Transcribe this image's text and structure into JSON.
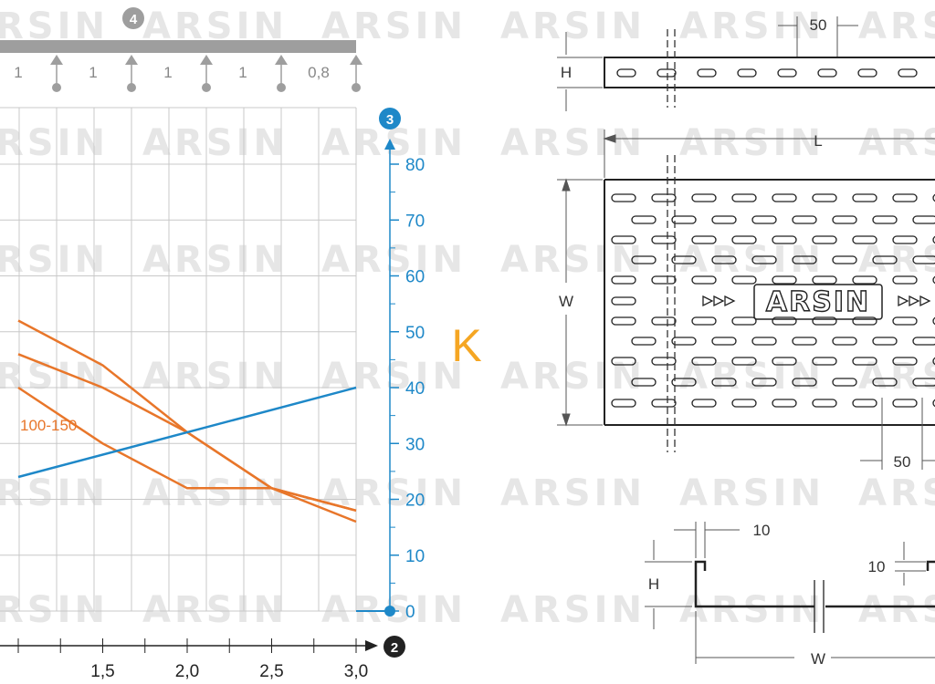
{
  "watermark": {
    "text": "ARSIN",
    "color": "#e6e6e6"
  },
  "chart_data": {
    "type": "line",
    "title": "",
    "xlabel": "",
    "ylabel": "",
    "x_axis": {
      "marker": "2",
      "ticks": [
        "1,5",
        "2,0",
        "2,5",
        "3,0"
      ],
      "xlim": [
        1.0,
        3.0
      ]
    },
    "y_axis": {
      "marker": "3",
      "ticks": [
        "0",
        "10",
        "20",
        "30",
        "40",
        "50",
        "60",
        "70",
        "80"
      ],
      "ylim": [
        0,
        80
      ],
      "color": "#1e88c8"
    },
    "support_bar": {
      "marker": "4",
      "span_labels": [
        "1",
        "1",
        "1",
        "1",
        "0,8"
      ]
    },
    "grid": true,
    "series": [
      {
        "color": "#e8762a",
        "x": [
          1.0,
          1.5,
          2.0,
          2.5,
          3.0
        ],
        "y": [
          52,
          44,
          32,
          22,
          16
        ]
      },
      {
        "color": "#e8762a",
        "x": [
          1.0,
          1.5,
          2.0,
          2.5,
          3.0
        ],
        "y": [
          46,
          40,
          32,
          22,
          18
        ]
      },
      {
        "name": "100-150",
        "color": "#e8762a",
        "x": [
          1.0,
          1.5,
          2.0,
          2.5,
          3.0
        ],
        "y": [
          40,
          30,
          22,
          22,
          18
        ]
      },
      {
        "color": "#1e88c8",
        "x": [
          1.0,
          3.0
        ],
        "y": [
          24,
          40
        ]
      }
    ]
  },
  "center_label": {
    "text": "K",
    "color": "#f5a623"
  },
  "drawing": {
    "top_dim": "50",
    "height_dim": "H",
    "length_dim": "L",
    "width_dim": "W",
    "bottom_dim": "50",
    "logo_text": "ARSIN",
    "lip_dim": "10",
    "lip_dim_2": "10",
    "section_height": "H",
    "section_width": "W"
  }
}
